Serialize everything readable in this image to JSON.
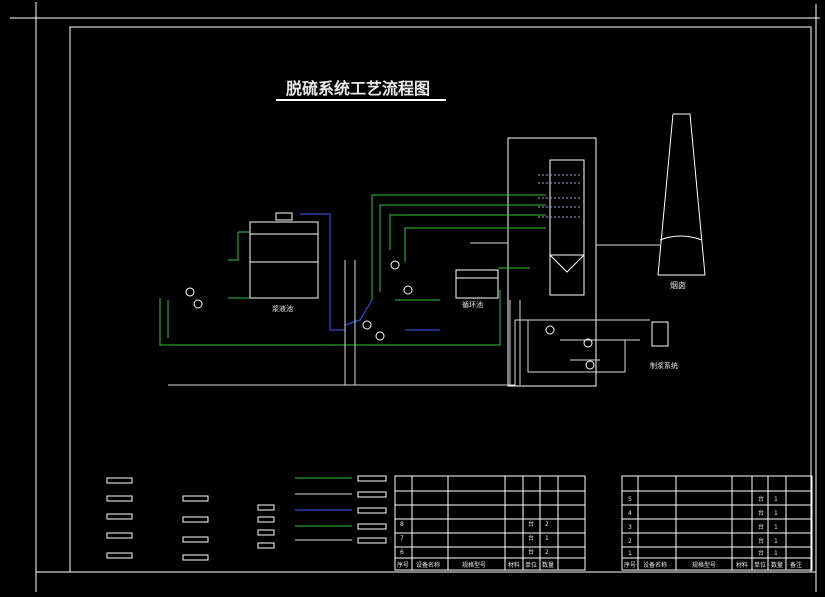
{
  "drawing": {
    "title": "脱硫系统工艺流程图",
    "labels": {
      "stack": "烟囱",
      "slurry_tank": "浆液池",
      "circ_tank": "循环池",
      "lime_tank": "制浆系统"
    }
  },
  "table_right": {
    "footer": [
      "序号",
      "设备名称",
      "规格型号",
      "材料",
      "单位",
      "数量",
      "备注"
    ],
    "rows": [
      {
        "no": "5",
        "name": "",
        "unit": "台",
        "qty": "1"
      },
      {
        "no": "4",
        "name": "",
        "unit": "台",
        "qty": "1"
      },
      {
        "no": "3",
        "name": "",
        "unit": "台",
        "qty": "1"
      },
      {
        "no": "2",
        "name": "",
        "unit": "台",
        "qty": "1"
      },
      {
        "no": "1",
        "name": "",
        "unit": "台",
        "qty": "1"
      }
    ]
  },
  "table_mid": {
    "footer": [
      "序号",
      "设备名称",
      "规格型号",
      "材料",
      "单位",
      "数量"
    ],
    "rows": [
      {
        "no": "8",
        "unit": "台",
        "qty": "2"
      },
      {
        "no": "7",
        "unit": "台",
        "qty": "1"
      },
      {
        "no": "6",
        "unit": "台",
        "qty": "2"
      }
    ]
  },
  "colors": {
    "frame": "#ffffff",
    "pipe_green": "#2fbf3a",
    "pipe_blue": "#2f5cff",
    "pipe_white": "#d8d8d8"
  }
}
